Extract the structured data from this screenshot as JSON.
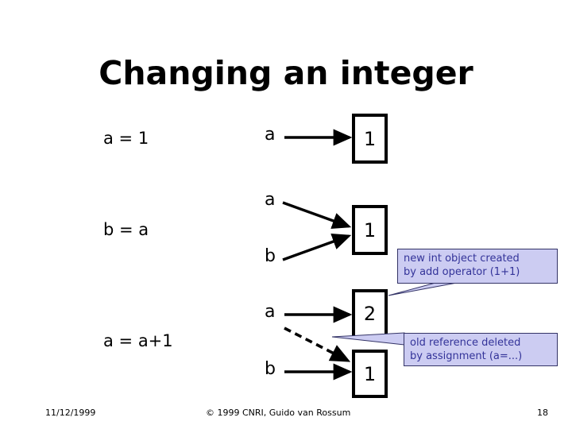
{
  "slide": {
    "title": "Changing an integer",
    "background_color": "#ffffff",
    "text_color": "#000000"
  },
  "statements": [
    {
      "id": "stmt-1",
      "text": "a = 1"
    },
    {
      "id": "stmt-2",
      "text": "b = a"
    },
    {
      "id": "stmt-3",
      "text": "a = a+1"
    }
  ],
  "diagram": {
    "rows": [
      {
        "name": "row-assign-literal",
        "labels": [
          "a"
        ],
        "boxes": [
          {
            "value": "1"
          }
        ],
        "arrows": [
          {
            "from": "a",
            "to": "box-1",
            "style": "solid"
          }
        ]
      },
      {
        "name": "row-alias",
        "labels": [
          "a",
          "b"
        ],
        "boxes": [
          {
            "value": "1"
          }
        ],
        "arrows": [
          {
            "from": "a",
            "to": "box-2",
            "style": "solid"
          },
          {
            "from": "b",
            "to": "box-2",
            "style": "solid"
          }
        ]
      },
      {
        "name": "row-increment",
        "labels": [
          "a",
          "b"
        ],
        "boxes": [
          {
            "value": "2"
          },
          {
            "value": "1"
          }
        ],
        "arrows": [
          {
            "from": "a",
            "to": "box-3",
            "style": "solid"
          },
          {
            "from": "a",
            "to": "box-4",
            "style": "dashed"
          },
          {
            "from": "b",
            "to": "box-4",
            "style": "solid"
          }
        ]
      }
    ],
    "labels": {
      "a1": "a",
      "a2": "a",
      "b2": "b",
      "a3": "a",
      "b3": "b"
    },
    "box_values": {
      "box1": "1",
      "box2": "1",
      "box3": "2",
      "box4": "1"
    }
  },
  "callouts": [
    {
      "id": "callout-new",
      "text": "new int object created\nby add operator (1+1)",
      "fill_color": "#ccccf2",
      "text_color": "#333399",
      "border_color": "#333366"
    },
    {
      "id": "callout-old",
      "text": "old reference deleted\nby assignment (a=...)",
      "fill_color": "#ccccf2",
      "text_color": "#333399",
      "border_color": "#333366"
    }
  ],
  "callout_text": {
    "new_object": "new int object created\nby add operator (1+1)",
    "old_reference": "old reference deleted\nby assignment (a=...)"
  },
  "footer": {
    "date": "11/12/1999",
    "copyright": "© 1999 CNRI, Guido van Rossum",
    "page_number": "18"
  }
}
